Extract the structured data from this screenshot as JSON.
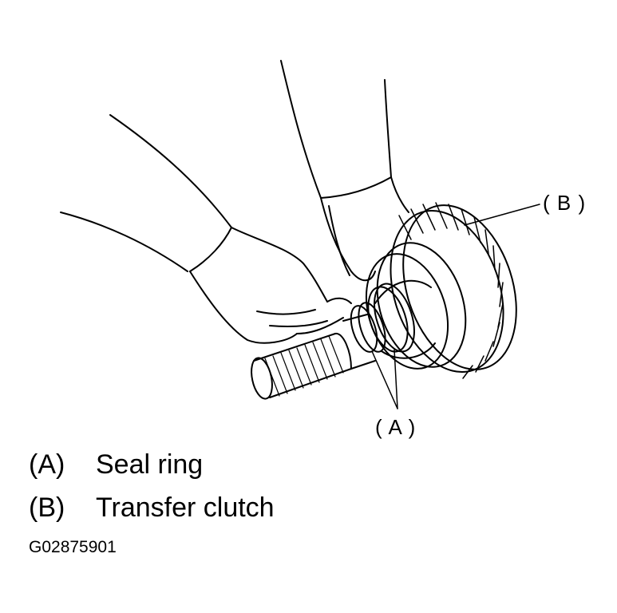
{
  "callouts": {
    "a": "( A )",
    "b": "( B )"
  },
  "legend": [
    {
      "key": "(A)",
      "text": "Seal ring"
    },
    {
      "key": "(B)",
      "text": "Transfer clutch"
    }
  ],
  "figure_id": "G02875901",
  "colors": {
    "line": "#000000",
    "background": "#ffffff"
  }
}
